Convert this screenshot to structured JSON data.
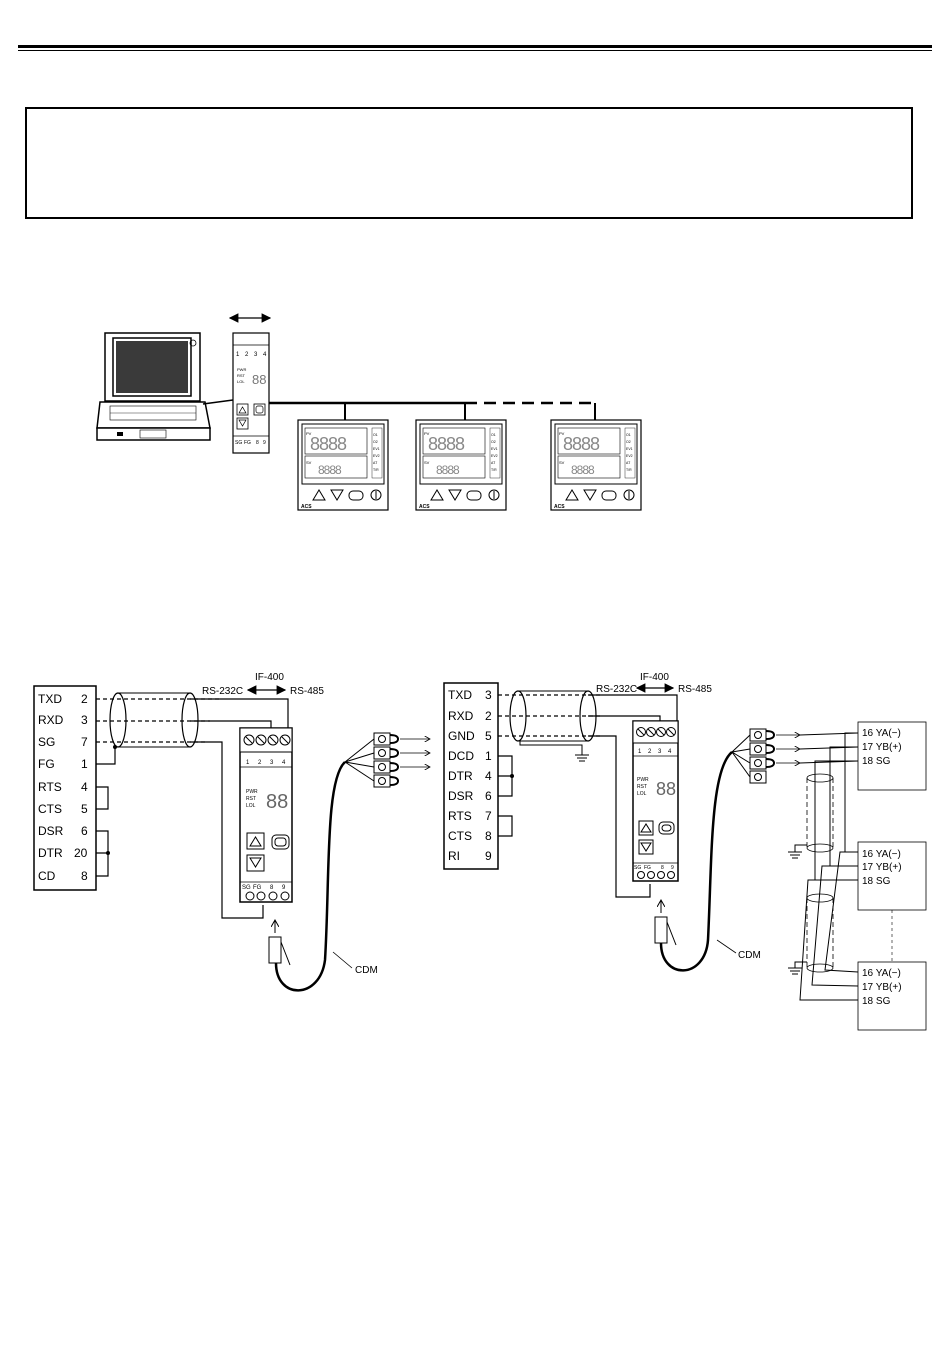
{
  "overview": {
    "device": {
      "terminals": [
        "1",
        "2",
        "3",
        "4"
      ],
      "digits": "88",
      "leds": [
        "PWR",
        "RST",
        "LOL"
      ],
      "bottom_terminals": [
        "SG",
        "FG",
        "8",
        "9"
      ]
    },
    "controllers": [
      {
        "pv_label": "PV",
        "sv_label": "SV",
        "indicators": [
          "O1",
          "O2",
          "EV1",
          "EV2",
          "AT",
          "T/R"
        ],
        "model": "ACS"
      },
      {
        "pv_label": "PV",
        "sv_label": "SV",
        "indicators": [
          "O1",
          "O2",
          "EV1",
          "EV2",
          "AT",
          "T/R"
        ],
        "model": "ACS"
      },
      {
        "pv_label": "PV",
        "sv_label": "SV",
        "indicators": [
          "O1",
          "O2",
          "EV1",
          "EV2",
          "AT",
          "T/R"
        ],
        "model": "ACS"
      }
    ]
  },
  "wiring_left": {
    "pins": [
      {
        "signal": "TXD",
        "pin": "2"
      },
      {
        "signal": "RXD",
        "pin": "3"
      },
      {
        "signal": "SG",
        "pin": "7"
      },
      {
        "signal": "FG",
        "pin": "1"
      },
      {
        "signal": "RTS",
        "pin": "4"
      },
      {
        "signal": "CTS",
        "pin": "5"
      },
      {
        "signal": "DSR",
        "pin": "6"
      },
      {
        "signal": "DTR",
        "pin": "20"
      },
      {
        "signal": "CD",
        "pin": "8"
      }
    ],
    "converter": "IF-400",
    "from": "RS-232C",
    "to": "RS-485",
    "cable": "CDM"
  },
  "wiring_right": {
    "pins": [
      {
        "signal": "TXD",
        "pin": "3"
      },
      {
        "signal": "RXD",
        "pin": "2"
      },
      {
        "signal": "GND",
        "pin": "5"
      },
      {
        "signal": "DCD",
        "pin": "1"
      },
      {
        "signal": "DTR",
        "pin": "4"
      },
      {
        "signal": "DSR",
        "pin": "6"
      },
      {
        "signal": "RTS",
        "pin": "7"
      },
      {
        "signal": "CTS",
        "pin": "8"
      },
      {
        "signal": "RI",
        "pin": "9"
      }
    ],
    "converter": "IF-400",
    "from": "RS-232C",
    "to": "RS-485",
    "cable": "CDM",
    "slaves": [
      {
        "t16": "16 YA(−)",
        "t17": "17 YB(+)",
        "t18": "18 SG"
      },
      {
        "t16": "16 YA(−)",
        "t17": "17 YB(+)",
        "t18": "18 SG"
      },
      {
        "t16": "16 YA(−)",
        "t17": "17 YB(+)",
        "t18": "18 SG"
      }
    ]
  }
}
